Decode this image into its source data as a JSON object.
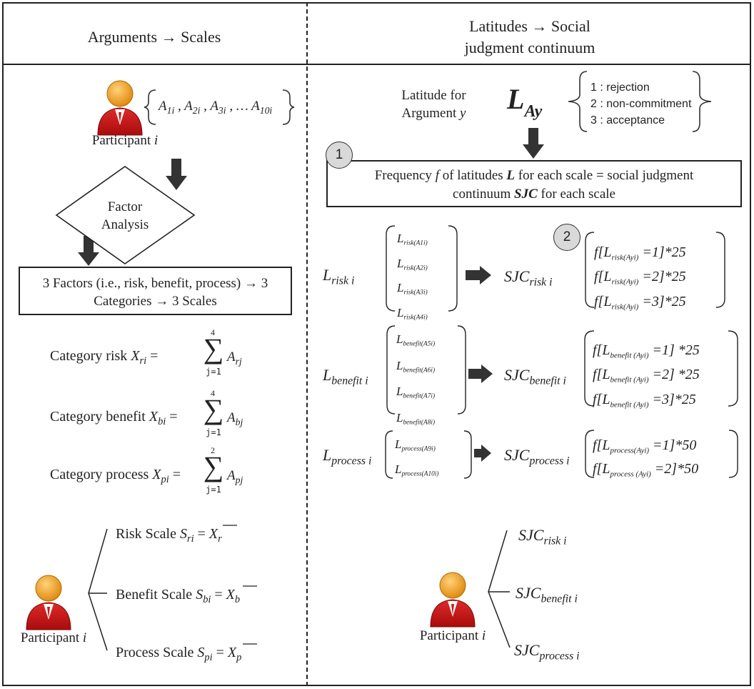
{
  "headers": {
    "left": "Arguments → Scales",
    "right_line1": "Latitudes → Social",
    "right_line2": "judgment continuum"
  },
  "left": {
    "participant_label": "Participant",
    "participant_var": "i",
    "arguments": "A1i , A2i , A3i , … A10i",
    "factor_line1": "Factor",
    "factor_line2": "Analysis",
    "factors_line1": "3 Factors (i.e., risk, benefit, process) → 3",
    "factors_line2": "Categories → 3 Scales",
    "categories": [
      {
        "label": "Category risk",
        "var": "X",
        "var_sub": "ri",
        "upper": "4",
        "lower": "j=1",
        "term": "A",
        "term_sub": "rj"
      },
      {
        "label": "Category benefit",
        "var": "X",
        "var_sub": "bi",
        "upper": "4",
        "lower": "j=1",
        "term": "A",
        "term_sub": "bj"
      },
      {
        "label": "Category process",
        "var": "X",
        "var_sub": "pi",
        "upper": "2",
        "lower": "j=1",
        "term": "A",
        "term_sub": "pj"
      }
    ],
    "scales": [
      {
        "label": "Risk Scale",
        "var": "S",
        "var_sub": "ri",
        "bar": "X",
        "bar_sub": "r"
      },
      {
        "label": "Benefit Scale",
        "var": "S",
        "var_sub": "bi",
        "bar": "X",
        "bar_sub": "b"
      },
      {
        "label": "Process Scale",
        "var": "S",
        "var_sub": "pi",
        "bar": "X",
        "bar_sub": "p"
      }
    ],
    "bottom_participant_label": "Participant",
    "bottom_participant_var": "i"
  },
  "right": {
    "latitude_line1": "Latitude for",
    "latitude_line2": "Argument",
    "latitude_var": "y",
    "L_main": "L",
    "L_main_sub": "Ay",
    "options": [
      "1 : rejection",
      "2 : non-commitment",
      "3 : acceptance"
    ],
    "badge1": "1",
    "badge2": "2",
    "freq_line1_a": "Frequency",
    "freq_line1_f": "f",
    "freq_line1_b": "of latitudes",
    "freq_line1_L": "L",
    "freq_line1_c": "for each scale = social judgment",
    "freq_line2_a": "continuum",
    "freq_line2_sjc": "SJC",
    "freq_line2_b": "for each scale",
    "rows": [
      {
        "L": "L",
        "L_sub": "risk i",
        "items": [
          [
            "L",
            "risk(A1i)"
          ],
          [
            "L",
            "risk(A2i)"
          ],
          [
            "L",
            "risk(A3i)"
          ],
          [
            "L",
            "risk(A4i)"
          ]
        ],
        "sjc": "SJC",
        "sjc_sub": "risk i",
        "formulas": [
          [
            "f[L",
            "risk(Ayi)",
            " =1]*25"
          ],
          [
            "f[L",
            "risk(Ayi)",
            " =2]*25"
          ],
          [
            "f[L",
            "risk(Ayi)",
            " =3]*25"
          ]
        ]
      },
      {
        "L": "L",
        "L_sub": "benefit i",
        "items": [
          [
            "L",
            "benefit(A5i)"
          ],
          [
            "L",
            "benefit(A6i)"
          ],
          [
            "L",
            "benefit(A7i)"
          ],
          [
            "L",
            "benefit(A8i)"
          ]
        ],
        "sjc": "SJC",
        "sjc_sub": "benefit i",
        "formulas": [
          [
            "f[L",
            "benefit (Ayi)",
            " =1] *25"
          ],
          [
            "f[L",
            "benefit (Ayi)",
            " =2] *25"
          ],
          [
            "f[L",
            "benefit (Ayi)",
            " =3]*25"
          ]
        ]
      },
      {
        "L": "L",
        "L_sub": "process i",
        "items": [
          [
            "L",
            "process(A9i)"
          ],
          [
            "L",
            "process(A10i)"
          ]
        ],
        "sjc": "SJC",
        "sjc_sub": "process i",
        "formulas": [
          [
            "f[L",
            "process(Ayi)",
            " =1]*50"
          ],
          [
            "f[L",
            "process (Ayi)",
            " =2]*50"
          ]
        ]
      }
    ],
    "bottom": [
      {
        "sjc": "SJC",
        "sub": "risk i"
      },
      {
        "sjc": "SJC",
        "sub": "benefit i"
      },
      {
        "sjc": "SJC",
        "sub": "process i"
      }
    ],
    "bottom_participant_label": "Participant",
    "bottom_participant_var": "i"
  },
  "colors": {
    "person_head": "#f0a020",
    "person_body": "#c81818",
    "badge_fill": "#d9d9d9",
    "arrow": "#333333"
  }
}
